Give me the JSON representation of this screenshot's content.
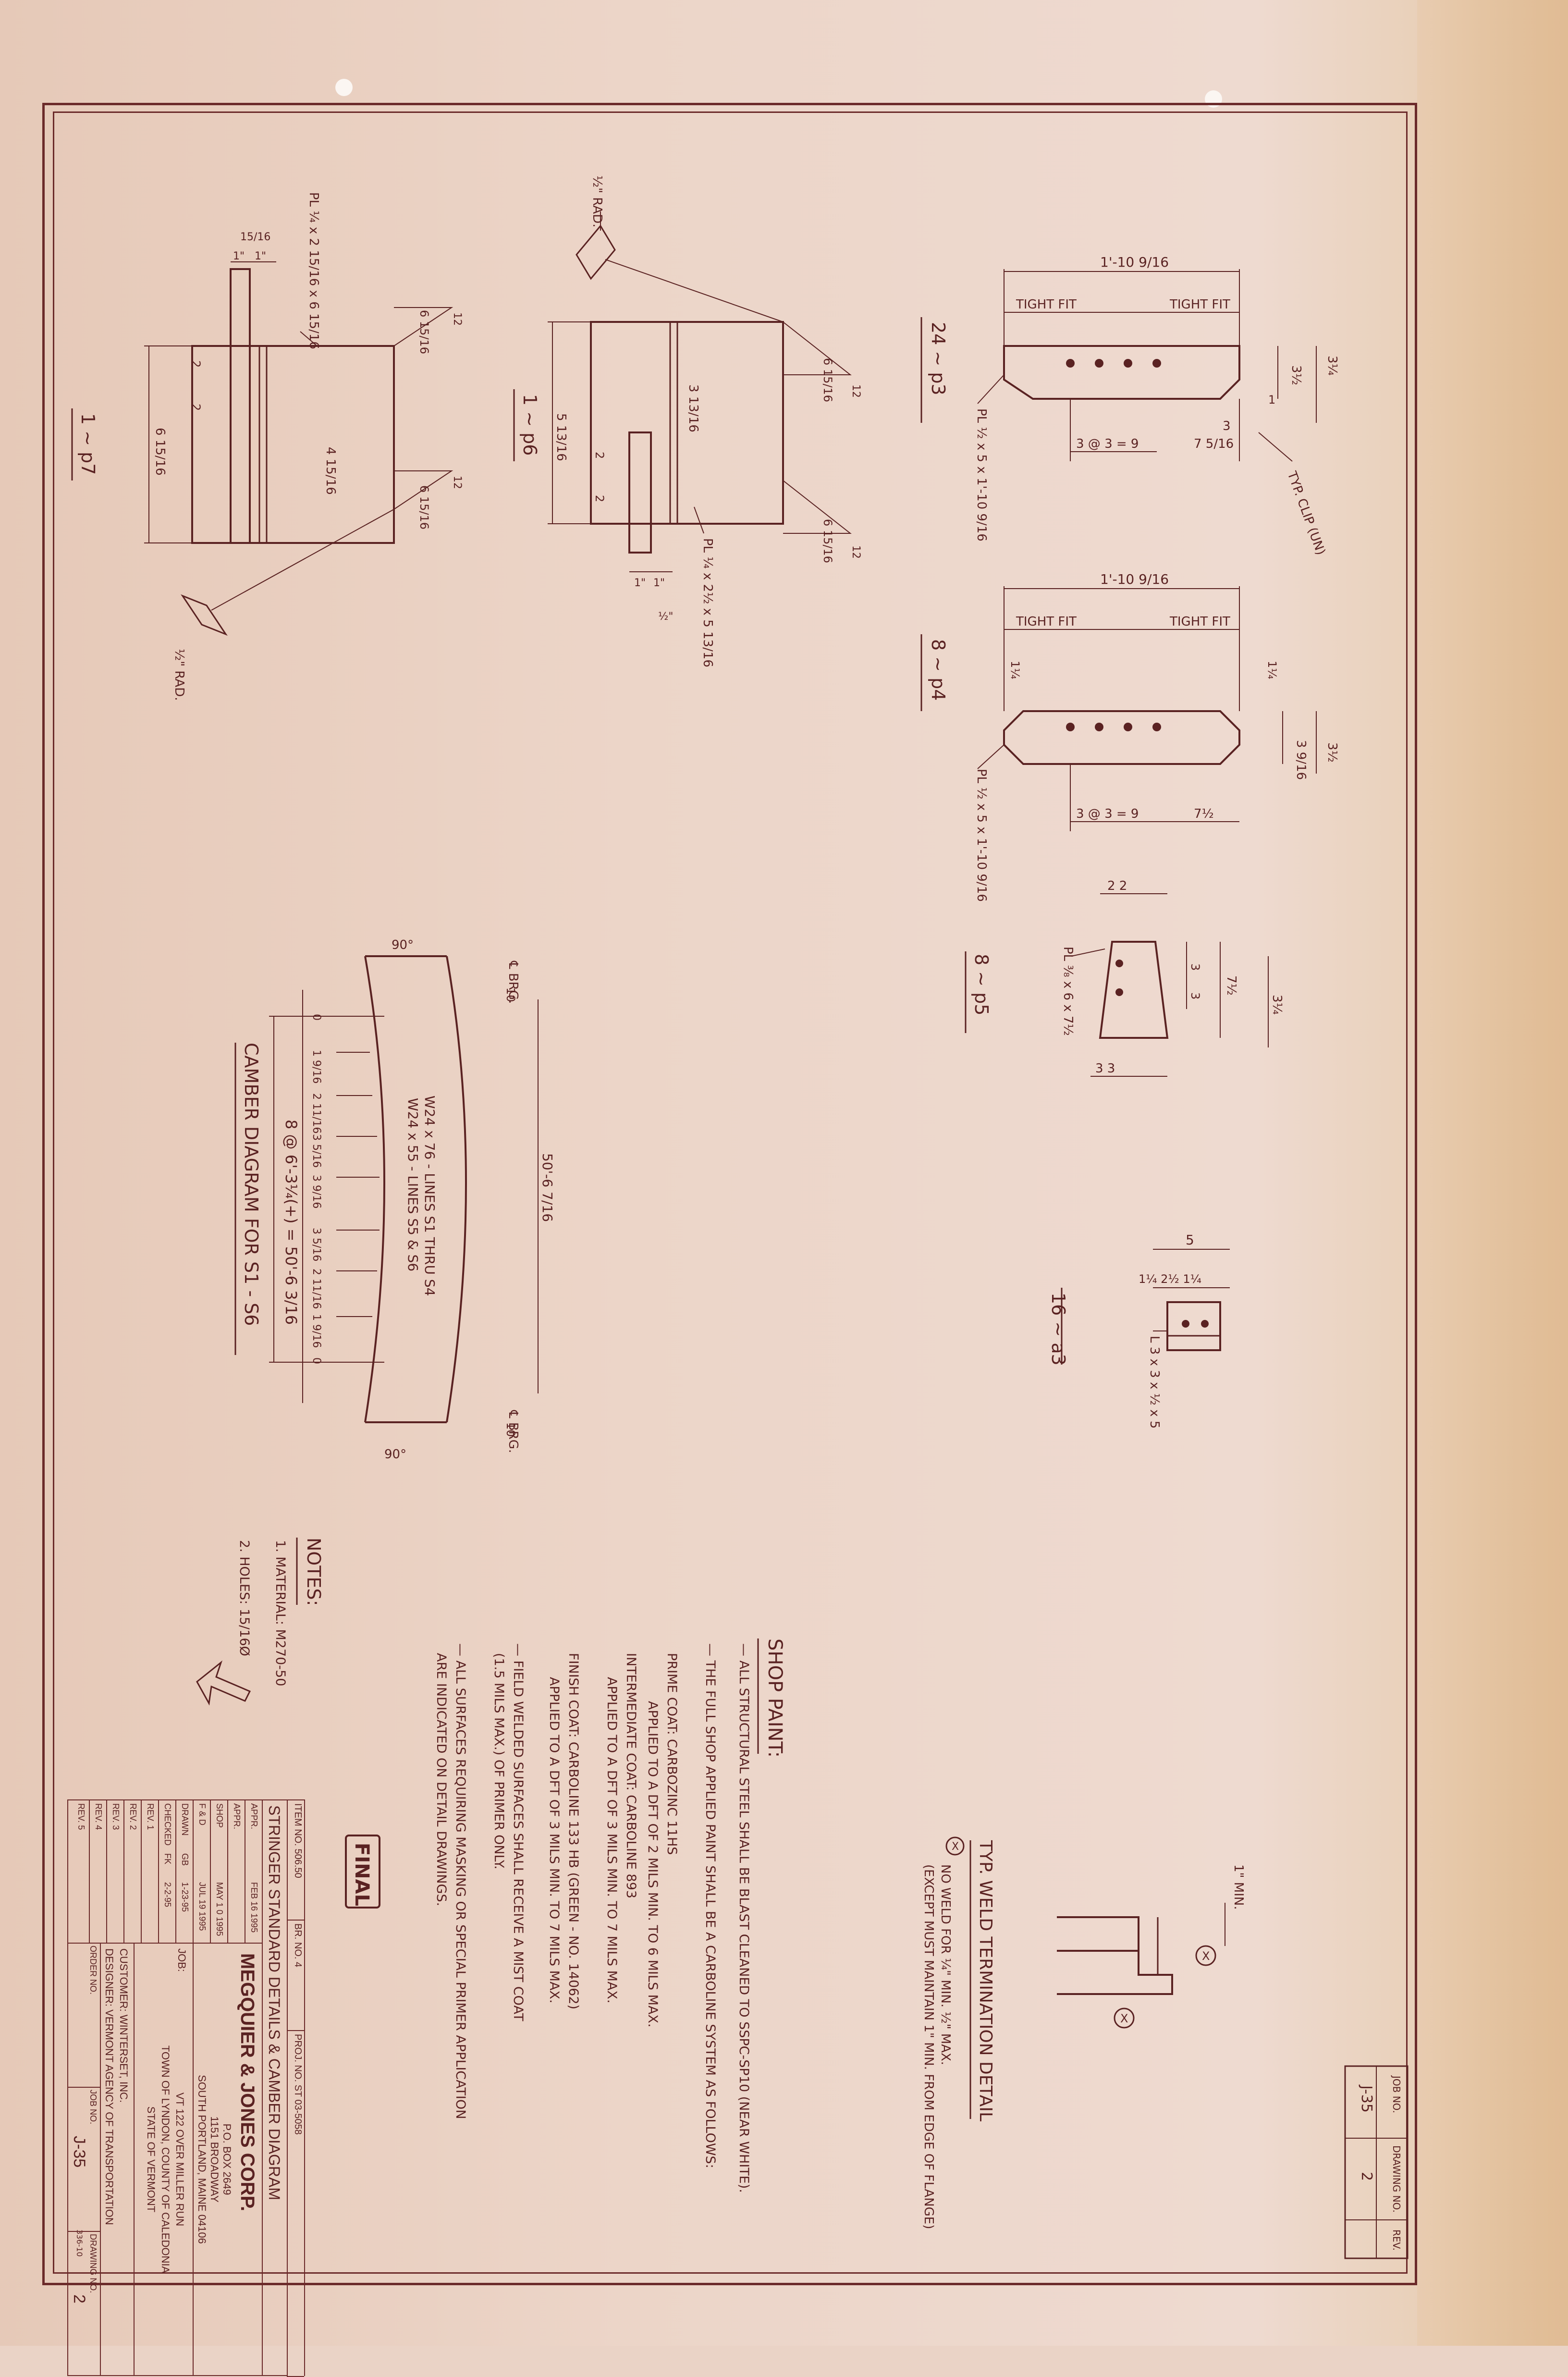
{
  "drawing_title": "STRINGER STANDARD DETAILS & CAMBER DIAGRAM",
  "company": {
    "name": "MEGQUIER & JONES CORP.",
    "address": [
      "P.O. BOX 2649",
      "1151 BROADWAY",
      "SOUTH PORTLAND, MAINE 04106"
    ]
  },
  "item_no": "ITEM NO. 506.50",
  "br_no": "BR. NO. 4",
  "proj_no": "PROJ. NO. ST 03-5058",
  "job": {
    "label": "JOB:",
    "lines": [
      "VT 122 OVER MILLER RUN",
      "TOWN OF LYNDON, COUNTY OF CALEDONIA",
      "STATE OF VERMONT"
    ]
  },
  "customer": "CUSTOMER: WINTERSET, INC.",
  "designer": "DESIGNER: VERMONT AGENCY OF TRANSPORTATION",
  "order_no_label": "ORDER NO.",
  "job_no_label": "JOB NO.",
  "drawing_no_label": "DRAWING NO.",
  "job_no": "J-35",
  "drawing_no": "2",
  "revision_rows": [
    {
      "label": "APPR.",
      "initials": "",
      "date": "FEB 16 1995"
    },
    {
      "label": "APPR.",
      "initials": "",
      "date": ""
    },
    {
      "label": "SHOP",
      "initials": "",
      "date": "MAY 1 0 1995"
    },
    {
      "label": "F & D",
      "initials": "",
      "date": "JUL 19 1995"
    },
    {
      "label": "DRAWN",
      "initials": "GB",
      "date": "1-23-95"
    },
    {
      "label": "CHECKED",
      "initials": "FK",
      "date": "2-2-95"
    },
    {
      "label": "REV. 1",
      "initials": "",
      "date": ""
    },
    {
      "label": "REV. 2",
      "initials": "",
      "date": ""
    },
    {
      "label": "REV. 3",
      "initials": "",
      "date": ""
    },
    {
      "label": "REV. 4",
      "initials": "",
      "date": ""
    },
    {
      "label": "REV. 5",
      "initials": "",
      "date": ""
    }
  ],
  "stamp": "FINAL",
  "corner_block": {
    "job_no_label": "JOB NO.",
    "drawing_no_label": "DRAWING NO.",
    "rev_label": "REV.",
    "job_no": "J-35",
    "drawing_no": "2"
  },
  "form_no": "336-10",
  "weld_detail": {
    "title": "TYP. WELD TERMINATION DETAIL",
    "min_label": "1\" MIN.",
    "marker": "X",
    "note_line1": "NO WELD FOR ¼\" MIN. ½\" MAX.",
    "note_line2": "(EXCEPT MUST MAINTAIN 1\" MIN. FROM EDGE OF FLANGE)"
  },
  "shop_paint": {
    "title": "SHOP PAINT:",
    "lines": [
      "— ALL STRUCTURAL STEEL SHALL BE BLAST CLEANED TO SSPC-SP10 (NEAR WHITE).",
      "— THE FULL SHOP APPLIED PAINT SHALL BE A CARBOLINE SYSTEM AS FOLLOWS:",
      "PRIME COAT: CARBOZINC 11HS",
      "APPLIED TO A DFT OF 2 MILS MIN. TO 6 MILS MAX.",
      "INTERMEDIATE COAT: CARBOLINE 893",
      "APPLIED TO A DFT OF 3 MILS MIN. TO 7 MILS MAX.",
      "FINISH COAT: CARBOLINE 133 HB (GREEN - NO. 14062)",
      "APPLIED TO A DFT OF 3 MILS MIN. TO 7 MILS MAX.",
      "— FIELD WELDED SURFACES SHALL RECEIVE A MIST COAT",
      "(1.5 MILS MAX.) OF PRIMER ONLY.",
      "— ALL SURFACES REQUIRING MASKING OR SPECIAL PRIMER APPLICATION",
      "ARE INDICATED ON DETAIL DRAWINGS."
    ]
  },
  "notes": {
    "title": "NOTES:",
    "lines": [
      "1. MATERIAL: M270-50",
      "2. HOLES: 15/16Ø"
    ]
  },
  "camber": {
    "title": "CAMBER DIAGRAM FOR S1 - S6",
    "spacing": "8 @ 6'-3¼(+) = 50'-6 3/16",
    "overall": "50'-6 7/16",
    "w1": "W24 x 76 - LINES S1 THRU S4",
    "w2": "W24 x 55 - LINES S5 & S6",
    "brg": "℄ BRG.",
    "end_dim": "10",
    "angle": "90°",
    "ordinates": [
      "0",
      "1 9/16",
      "2 11/16",
      "3 5/16",
      "3 9/16",
      "3 5/16",
      "2 11/16",
      "1 9/16",
      "0"
    ]
  },
  "p3": {
    "label": "24 ~ p3",
    "overall": "1'-10 9/16",
    "tight_fit": "TIGHT FIT",
    "holes": "3 @ 3 = 9",
    "edge": "7 5/16",
    "plate": "PL ½ x 5 x 1'-10 9/16",
    "clip": "TYP. CLIP (UN)",
    "d1": "3¼",
    "d2": "3½",
    "d3": "3",
    "d4": "1"
  },
  "p4": {
    "label": "8 ~ p4",
    "overall": "1'-10 9/16",
    "tight_fit": "TIGHT FIT",
    "holes": "3 @ 3 = 9",
    "edge": "7½",
    "plate": "PL ½ x 5 x 1'-10 9/16",
    "d1": "1¼",
    "d2": "3 9/16",
    "d3": "3½"
  },
  "p5": {
    "label": "8 ~ p5",
    "plate": "PL ⅜ x 6 x 7½",
    "top": "2  2",
    "bottom": "3  3",
    "d1": "7½",
    "d2": "3",
    "d3": "3",
    "d4": "3¼"
  },
  "a3": {
    "label": "16 ~ a3",
    "angle": "L 3 x 3 x ½ x 5",
    "overall": "5",
    "dims": "1¼   2½   1¼"
  },
  "p6": {
    "label": "1 ~ p6",
    "plate": "PL ¼ x 2½ x 5 13/16",
    "rad": "½\" RAD.",
    "dims": [
      "6 15/16",
      "3 13/16",
      "5 13/16",
      "2",
      "2",
      "12",
      "1\"",
      "1\"",
      "½\""
    ]
  },
  "p7": {
    "label": "1 ~ p7",
    "plate": "PL ¼ x 2 15/16 x 6 15/16",
    "rad": "½\" RAD.",
    "dims": [
      "6 15/16",
      "4 15/16",
      "2",
      "2",
      "12",
      "1\"",
      "1\"",
      "15/16"
    ]
  }
}
